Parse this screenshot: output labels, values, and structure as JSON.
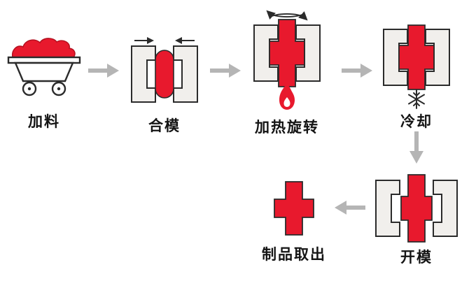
{
  "diagram_title": "rotational-molding-process-flow",
  "colors": {
    "accent_red": "#e8192d",
    "mold_fill": "#f1efec",
    "outline": "#2b2b2b",
    "arrow_gray": "#b5b5b5",
    "text": "#141414"
  },
  "steps": [
    {
      "id": "feeding",
      "label": "加料"
    },
    {
      "id": "mold-closing",
      "label": "合模"
    },
    {
      "id": "heating-rotation",
      "label": "加热旋转"
    },
    {
      "id": "cooling",
      "label": "冷却"
    },
    {
      "id": "mold-opening",
      "label": "开模"
    },
    {
      "id": "part-removal",
      "label": "制品取出"
    }
  ],
  "flow": [
    {
      "from": "feeding",
      "to": "mold-closing",
      "direction": "right"
    },
    {
      "from": "mold-closing",
      "to": "heating-rotation",
      "direction": "right"
    },
    {
      "from": "heating-rotation",
      "to": "cooling",
      "direction": "right"
    },
    {
      "from": "cooling",
      "to": "mold-opening",
      "direction": "down"
    },
    {
      "from": "mold-opening",
      "to": "part-removal",
      "direction": "left"
    }
  ]
}
